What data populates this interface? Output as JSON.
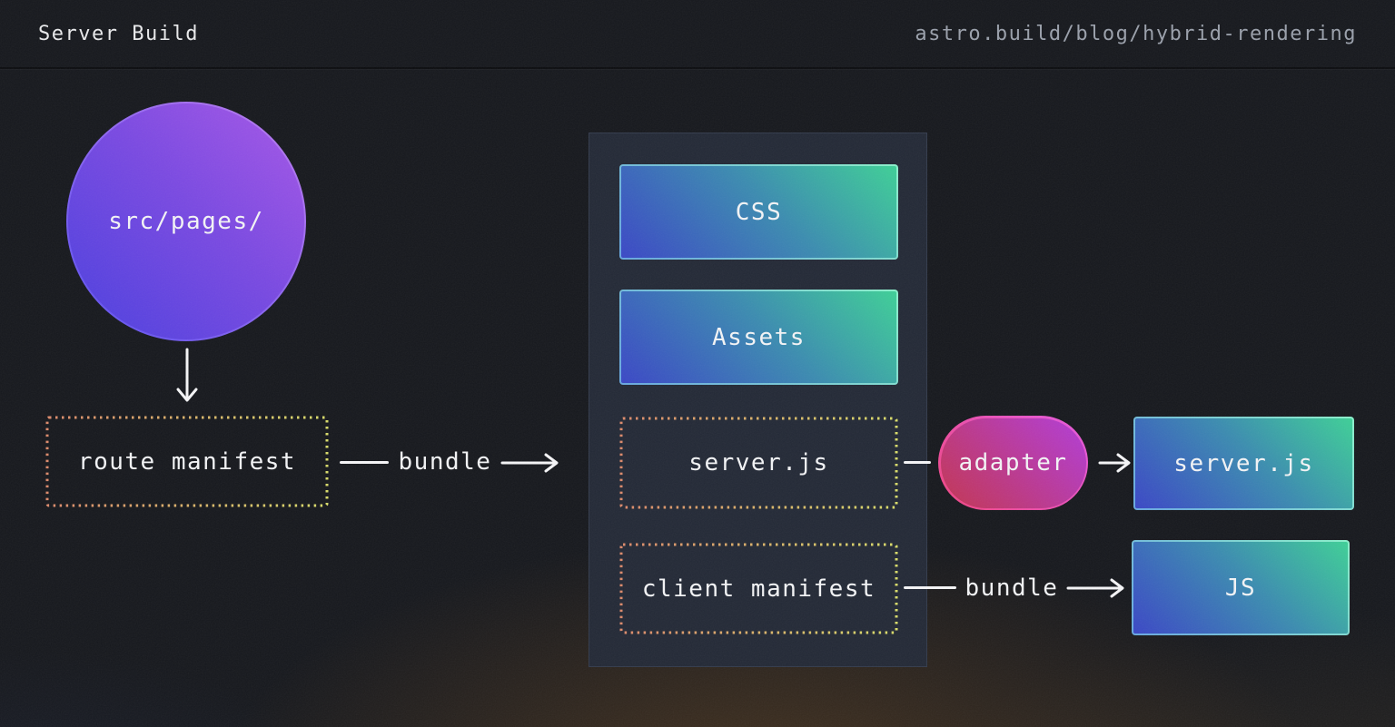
{
  "header": {
    "title": "Server Build",
    "url": "astro.build/blog/hybrid-rendering"
  },
  "nodes": {
    "src_pages": {
      "label": "src/pages/"
    },
    "route_manifest": {
      "label": "route manifest"
    },
    "css": {
      "label": "CSS"
    },
    "assets": {
      "label": "Assets"
    },
    "server_js_bundle": {
      "label": "server.js"
    },
    "client_manifest": {
      "label": "client manifest"
    },
    "adapter": {
      "label": "adapter"
    },
    "server_js_output": {
      "label": "server.js"
    },
    "js_output": {
      "label": "JS"
    }
  },
  "edges": {
    "bundle_top_label": "bundle",
    "bundle_bottom_label": "bundle"
  },
  "colors": {
    "bg": "#16181d",
    "header-text": "#e9eaec",
    "header-url": "#9aa0ab",
    "node-text": "#f3f4f6",
    "container-bg": "#232936",
    "container-border": "#333b4c",
    "arrow": "#f5f5f7",
    "purple-from": "#4a3fdf",
    "purple-to": "#a757e8",
    "purple-border-from": "#5a50f0",
    "purple-border-to": "#bd7af0",
    "green-from": "#3a47c6",
    "green-to": "#3ecf97",
    "green-border-from": "#68a7e0",
    "green-border-to": "#8bf0cb",
    "pink-from": "#c33551",
    "pink-to": "#b23cd8",
    "pink-border-from": "#f04580",
    "pink-border-to": "#e55ae0",
    "dash-from": "#dd8a6b",
    "dash-to": "#d9dc69"
  }
}
